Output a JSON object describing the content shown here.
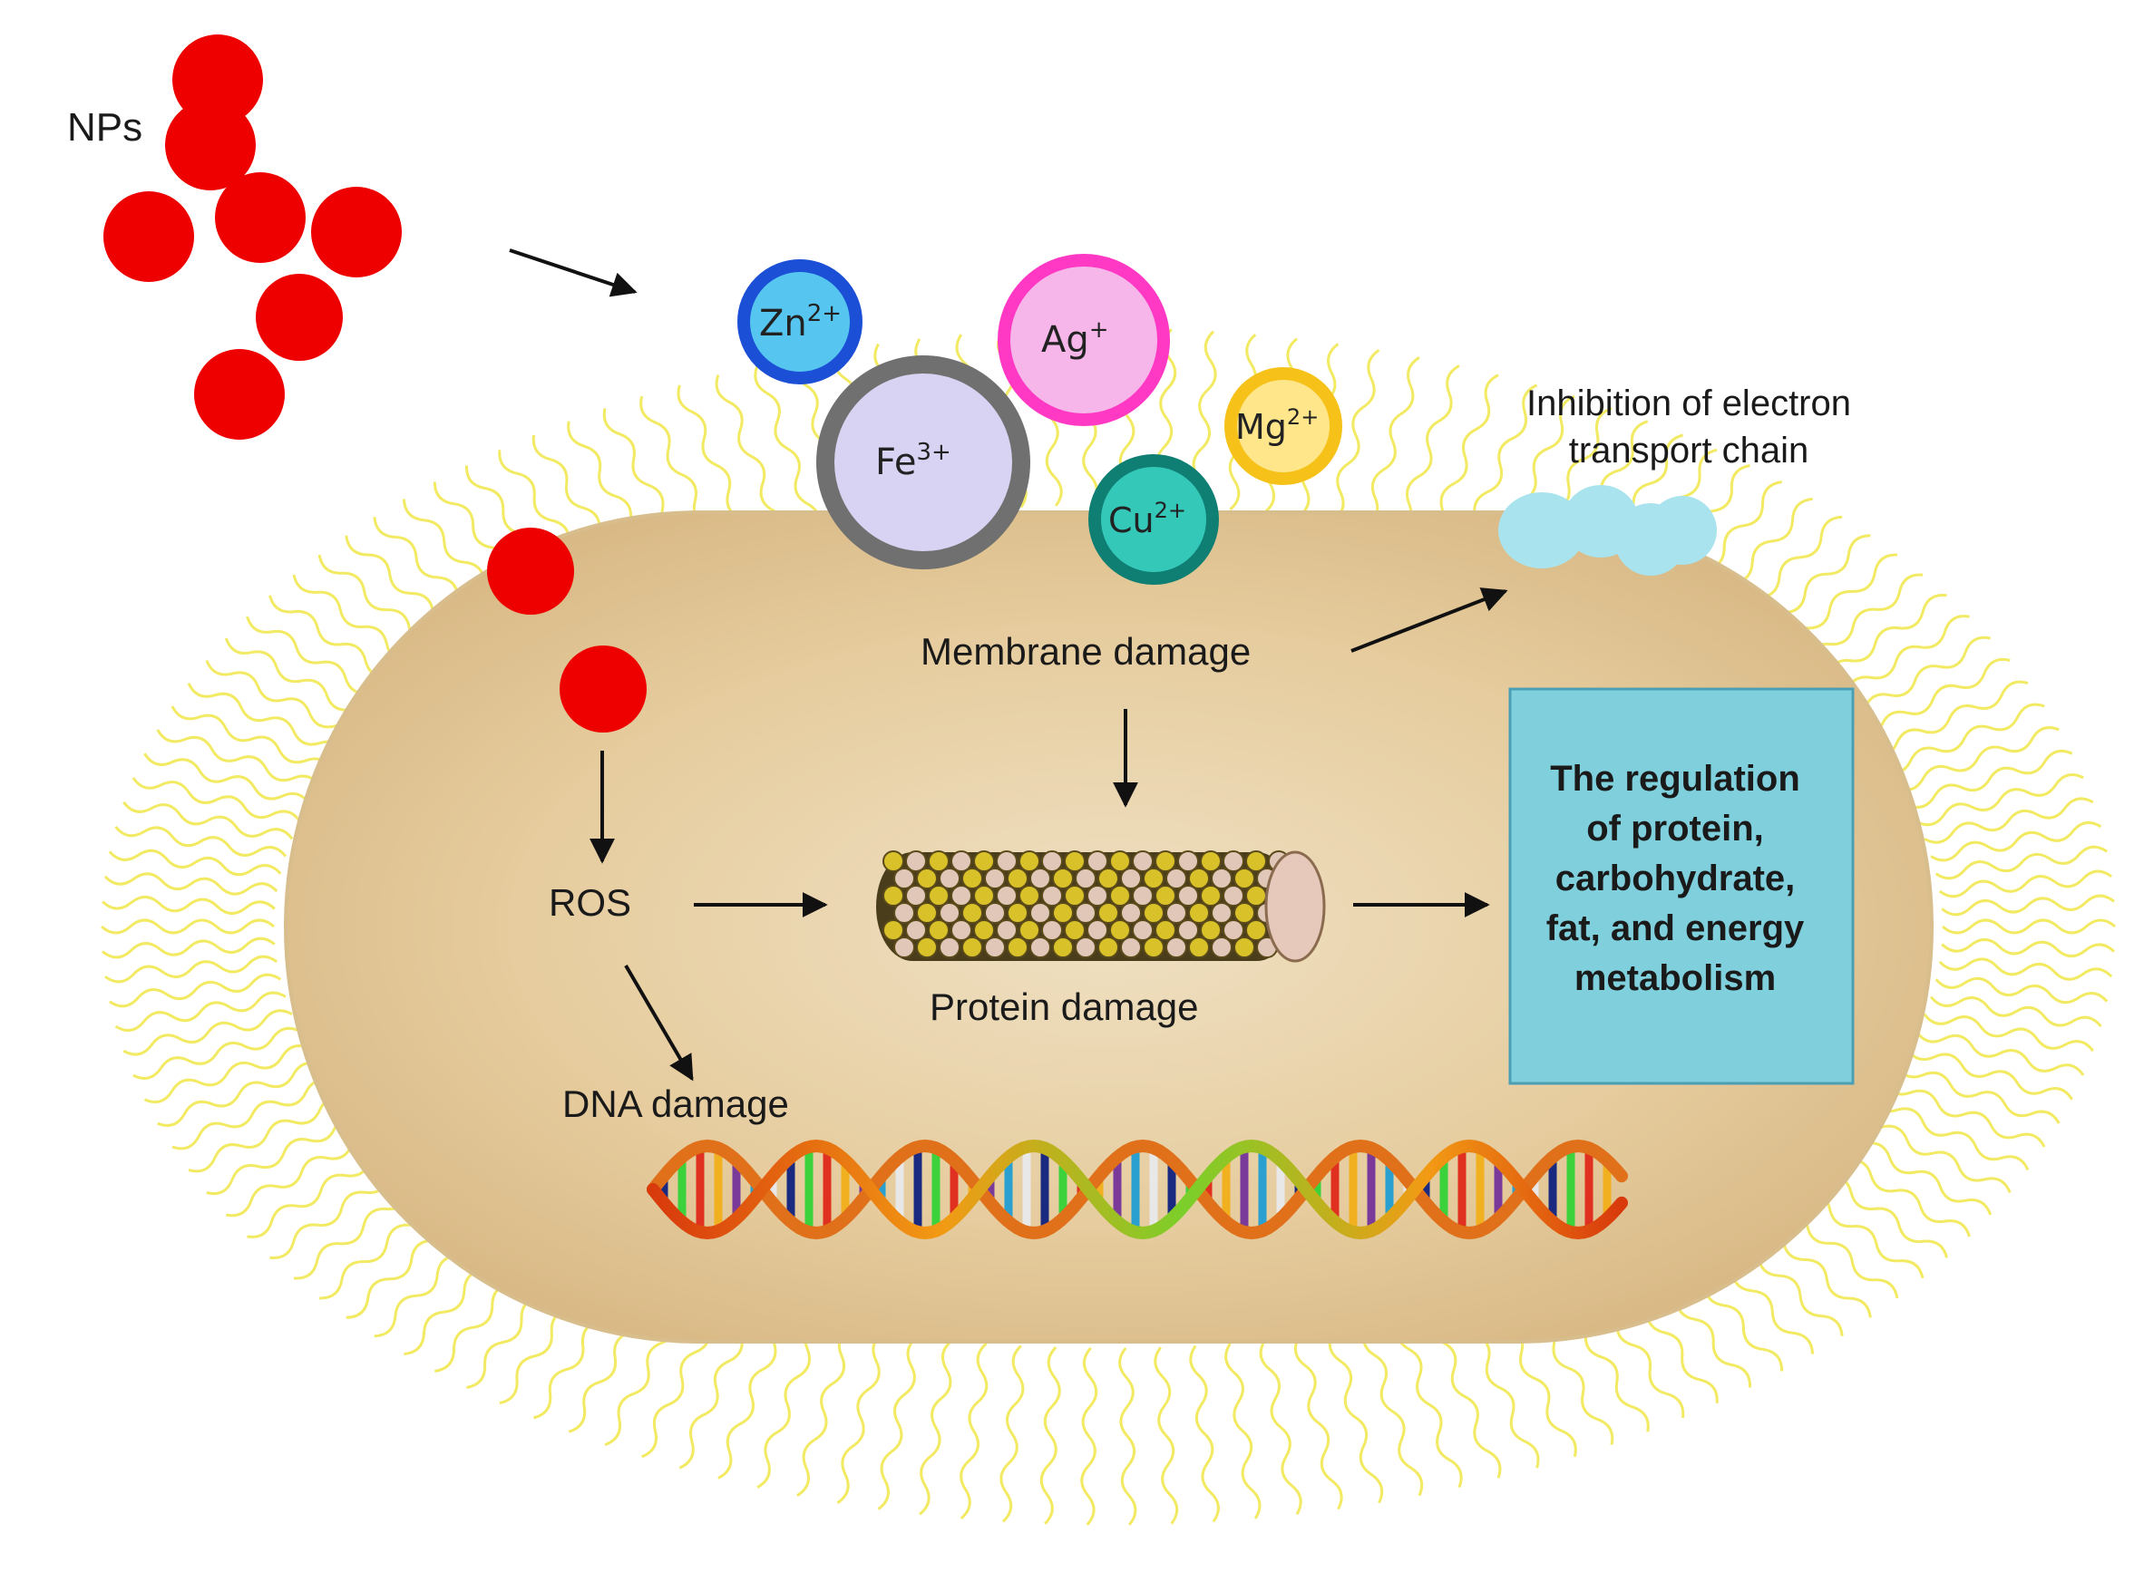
{
  "labels": {
    "nps": "NPs",
    "inhibition_line1": "Inhibition of electron",
    "inhibition_line2": "transport chain",
    "membrane_damage": "Membrane damage",
    "ros": "ROS",
    "protein_damage": "Protein damage",
    "dna_damage": "DNA damage"
  },
  "regulation_box": {
    "lines": [
      "The regulation",
      "of protein,",
      "carbohydrate,",
      "fat, and energy",
      "metabolism"
    ]
  },
  "ions": {
    "zn": {
      "symbol": "Zn",
      "charge": "2+",
      "color": "#56c6f0",
      "ring": "#1b4fd6"
    },
    "ag": {
      "symbol": "Ag",
      "charge": "+",
      "color": "#f7b6ea",
      "ring": "#ff39c4"
    },
    "fe": {
      "symbol": "Fe",
      "charge": "3+",
      "color": "#d8d3f2",
      "ring": "#707070"
    },
    "mg": {
      "symbol": "Mg",
      "charge": "2+",
      "color": "#ffe68a",
      "ring": "#f6c21a"
    },
    "cu": {
      "symbol": "Cu",
      "charge": "2+",
      "color": "#33c8b8",
      "ring": "#0f7f73"
    }
  },
  "colors": {
    "nanoparticle": "#ee0000",
    "cell_body": "#e6cc9e",
    "cell_wall_lines": "#f2ea63",
    "regulation_box_fill": "#7fd0dc",
    "regulation_box_border": "#4a9fb5",
    "electron_transport_blob": "#a9e4ee"
  }
}
